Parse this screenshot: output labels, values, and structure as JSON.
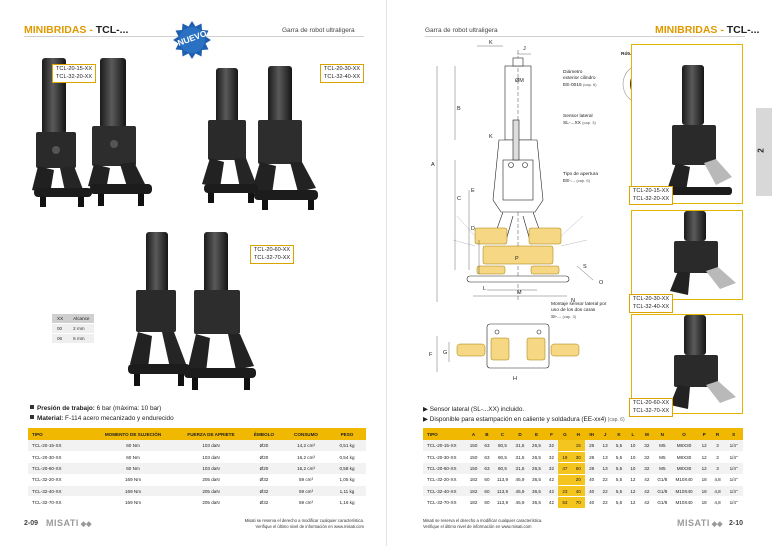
{
  "left_page": {
    "brand": "MINIBRIDAS",
    "separator": " - ",
    "model": "TCL-...",
    "subtitle": "Garra de robot ultraligera",
    "badge": "NUEVO",
    "tags": {
      "a": [
        "TCL-20-15-XX",
        "TCL-32-20-XX"
      ],
      "b": [
        "TCL-20-30-XX",
        "TCL-32-40-XX"
      ],
      "c": [
        "TCL-20-60-XX",
        "TCL-32-70-XX"
      ]
    },
    "reach_table": {
      "headers": [
        "XX",
        "Alcance"
      ],
      "rows": [
        [
          "00",
          "2 mm"
        ],
        [
          "06",
          "6 mm"
        ]
      ]
    },
    "note1_label": "Presión de trabajo:",
    "note1_value": " 6 bar (máxima: 10 bar)",
    "note2_label": "Material:",
    "note2_value": " F-114 acero mecanizado y endurecido",
    "spec_table": {
      "headers": [
        "TIPO",
        "MOMENTO DE SUJECIÓN",
        "FUERZA DE APRIETE",
        "ÉMBOLO",
        "CONSUMO",
        "PESO"
      ],
      "rows": [
        [
          "TCL-20-15-XX",
          "60 Nm",
          "103 daN",
          "Ø20",
          "14,2 cm³",
          "0,51 kg"
        ],
        [
          "TCL-20-30-XX",
          "60 Nm",
          "103 daN",
          "Ø20",
          "16,2 cm³",
          "0,54 kg"
        ],
        [
          "TCL-20-60-XX",
          "60 Nm",
          "103 daN",
          "Ø20",
          "16,2 cm³",
          "0,58 kg"
        ],
        [
          "TCL-32-20-XX",
          "169 Nm",
          "205 daN",
          "Ø32",
          "59 cm³",
          "1,05 kg"
        ],
        [
          "TCL-32-40-XX",
          "169 Nm",
          "205 daN",
          "Ø32",
          "59 cm³",
          "1,11 kg"
        ],
        [
          "TCL-32-70-XX",
          "169 Nm",
          "205 daN",
          "Ø32",
          "59 cm³",
          "1,16 kg"
        ]
      ]
    },
    "page_number": "2-09",
    "logo_text": "MISATI",
    "disclaimer_1": "Misati se reserva el derecho a modificar cualquier característica.",
    "disclaimer_2": "Verifique el último nivel de información en www.misati.com"
  },
  "right_page": {
    "subtitle": "Garra de robot ultraligera",
    "brand": "MINIBRIDAS",
    "separator": " - ",
    "model": "TCL-...",
    "side_tab": "2",
    "rotula_label": "Rótula grafitada",
    "callouts": {
      "diametro_title": "Diámetro",
      "diametro_sub": "exterior cilindro",
      "diametro_ref": "EE-0015",
      "diametro_cap": "(cap. 6)",
      "sensor_title": "Sensor lateral",
      "sensor_ref": "SL-...XX",
      "sensor_cap": "(cap. 3)",
      "apertura_title": "Tipo de apertura",
      "apertura_ref": "EE-...",
      "apertura_cap": "(cap. 6)",
      "montaje_title": "Montaje sensor lateral por",
      "montaje_sub": "uno de los dos caras",
      "montaje_ref": "SI-...",
      "montaje_cap": "(cap. 3)"
    },
    "dim_letters": [
      "K",
      "J",
      "ØM",
      "B",
      "A",
      "K",
      "C",
      "E",
      "D",
      "P",
      "S",
      "O",
      "L",
      "M",
      "N",
      "F",
      "G",
      "H"
    ],
    "tags": {
      "a": [
        "TCL-20-15-XX",
        "TCL-32-20-XX"
      ],
      "b": [
        "TCL-20-30-XX",
        "TCL-32-40-XX"
      ],
      "c": [
        "TCL-20-60-XX",
        "TCL-32-70-XX"
      ]
    },
    "note1": "Sensor lateral (SL-...XX) incluido.",
    "note2": "Disponible para estampación en caliente y soldadura (EE-xx4)",
    "note2_cap": " (cap. 6)",
    "dims_table": {
      "headers": [
        "TIPO",
        "A",
        "B",
        "C",
        "D",
        "E",
        "F",
        "G",
        "H",
        "IH",
        "J",
        "K",
        "L",
        "M",
        "N",
        "O",
        "P",
        "R",
        "S"
      ],
      "rows": [
        [
          "TCL-20-15-XX",
          "150",
          "63",
          "80,5",
          "31,5",
          "26,5",
          "32",
          "",
          "15",
          "28",
          "13",
          "5,5",
          "10",
          "32",
          "M5",
          "M8X30",
          "12",
          "3",
          "1/4\""
        ],
        [
          "TCL-20-30-XX",
          "150",
          "63",
          "80,5",
          "31,5",
          "26,5",
          "32",
          "19",
          "30",
          "28",
          "13",
          "5,5",
          "10",
          "32",
          "M5",
          "M8X30",
          "12",
          "3",
          "1/4\""
        ],
        [
          "TCL-20-60-XX",
          "150",
          "63",
          "80,5",
          "31,5",
          "26,5",
          "32",
          "47",
          "60",
          "28",
          "13",
          "5,5",
          "10",
          "32",
          "M5",
          "M8X30",
          "12",
          "3",
          "1/4\""
        ],
        [
          "TCL-32-20-XX",
          "182",
          "60",
          "113,9",
          "45,9",
          "36,5",
          "42",
          "",
          "20",
          "40",
          "22",
          "5,5",
          "12",
          "42",
          "G1/8",
          "M10X40",
          "18",
          "4,8",
          "1/4\""
        ],
        [
          "TCL-32-40-XX",
          "182",
          "60",
          "113,9",
          "45,9",
          "36,5",
          "42",
          "23",
          "40",
          "40",
          "22",
          "5,5",
          "12",
          "42",
          "G1/8",
          "M10X40",
          "18",
          "4,8",
          "1/4\""
        ],
        [
          "TCL-32-70-XX",
          "182",
          "60",
          "113,9",
          "45,9",
          "36,5",
          "42",
          "53",
          "70",
          "40",
          "22",
          "5,5",
          "12",
          "42",
          "G1/8",
          "M10X40",
          "18",
          "4,8",
          "1/4\""
        ]
      ]
    },
    "page_number": "2-10",
    "logo_text": "MISATI",
    "disclaimer_1": "Misati se reserva el derecho a modificar cualquier característica.",
    "disclaimer_2": "Verifique el último nivel de información en www.misati.com"
  },
  "colors": {
    "accent": "#f0b800",
    "brand": "#e09a00",
    "badge": "#1f5fae"
  }
}
